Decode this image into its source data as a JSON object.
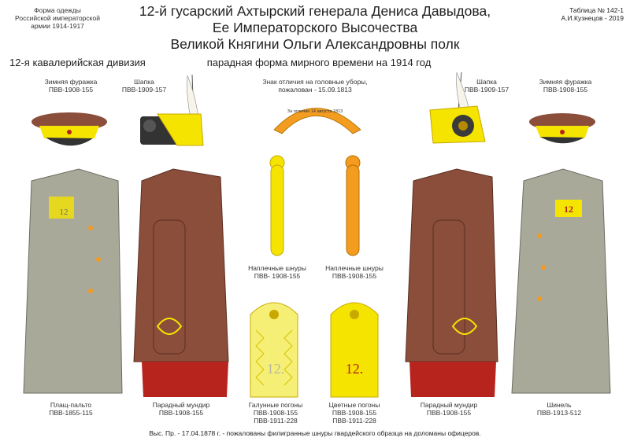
{
  "header": {
    "org_line1": "Форма одежды",
    "org_line2": "Российской императорской",
    "org_line3": "армии  1914-1917",
    "title_line1": "12-й гусарский Ахтырский генерала Дениса Давыдова,",
    "title_line2": "Ее Императорского Высочества",
    "title_line3": "Великой Княгини Ольги Александровны полк",
    "table_no": "Таблица № 142-1",
    "author": "А.И.Кузнецов - 2019",
    "division": "12-я кавалерийская дивизия",
    "subtitle": "парадная форма мирного времени на 1914 год"
  },
  "items": {
    "cap_left": {
      "name": "Зимняя фуражка",
      "code": "ПВВ-1908-155"
    },
    "shapka_left": {
      "name": "Шапка",
      "code": "ПВВ-1909-157"
    },
    "badge": {
      "name": "Знак отличия на головные уборы,",
      "code": "пожалован - 15.09.1813",
      "text": "За отличие 14 августа 1813"
    },
    "shapka_right": {
      "name": "Шапка",
      "code": "ПВВ-1909-157"
    },
    "cap_right": {
      "name": "Зимняя фуражка",
      "code": "ПВВ-1908-155"
    },
    "cords_left": {
      "name": "Наплечные шнуры",
      "code": "ПВВ- 1908-155"
    },
    "cords_right": {
      "name": "Наплечные шнуры",
      "code": "ПВВ-1908-155"
    },
    "coat": {
      "name": "Плащ-пальто",
      "code": "ПВВ-1855-115",
      "collar_number": "12"
    },
    "dolman_left": {
      "name": "Парадный мундир",
      "code": "ПВВ-1908-155"
    },
    "galun_boards": {
      "name": "Галунные погоны",
      "code1": "ПВВ-1908-155",
      "code2": "ПВВ-1911-228",
      "number": "12."
    },
    "color_boards": {
      "name": "Цветные погоны",
      "code1": "ПВВ-1908-155",
      "code2": "ПВВ-1911-228",
      "number": "12."
    },
    "dolman_right": {
      "name": "Парадный мундир",
      "code": "ПВВ-1908-155"
    },
    "greatcoat": {
      "name": "Шинель",
      "code": "ПВВ-1913-512",
      "collar_number": "12"
    }
  },
  "footnote": "Выс. Пр. - 17.04.1878 г. - пожалованы филигранные шнуры гвардейского образца на доломаны офицеров.",
  "colors": {
    "brown": "#8a4e3a",
    "yellow": "#f5e400",
    "orange": "#f39c1f",
    "gray": "#a9a99a",
    "red": "#b7241e",
    "black": "#222222"
  }
}
